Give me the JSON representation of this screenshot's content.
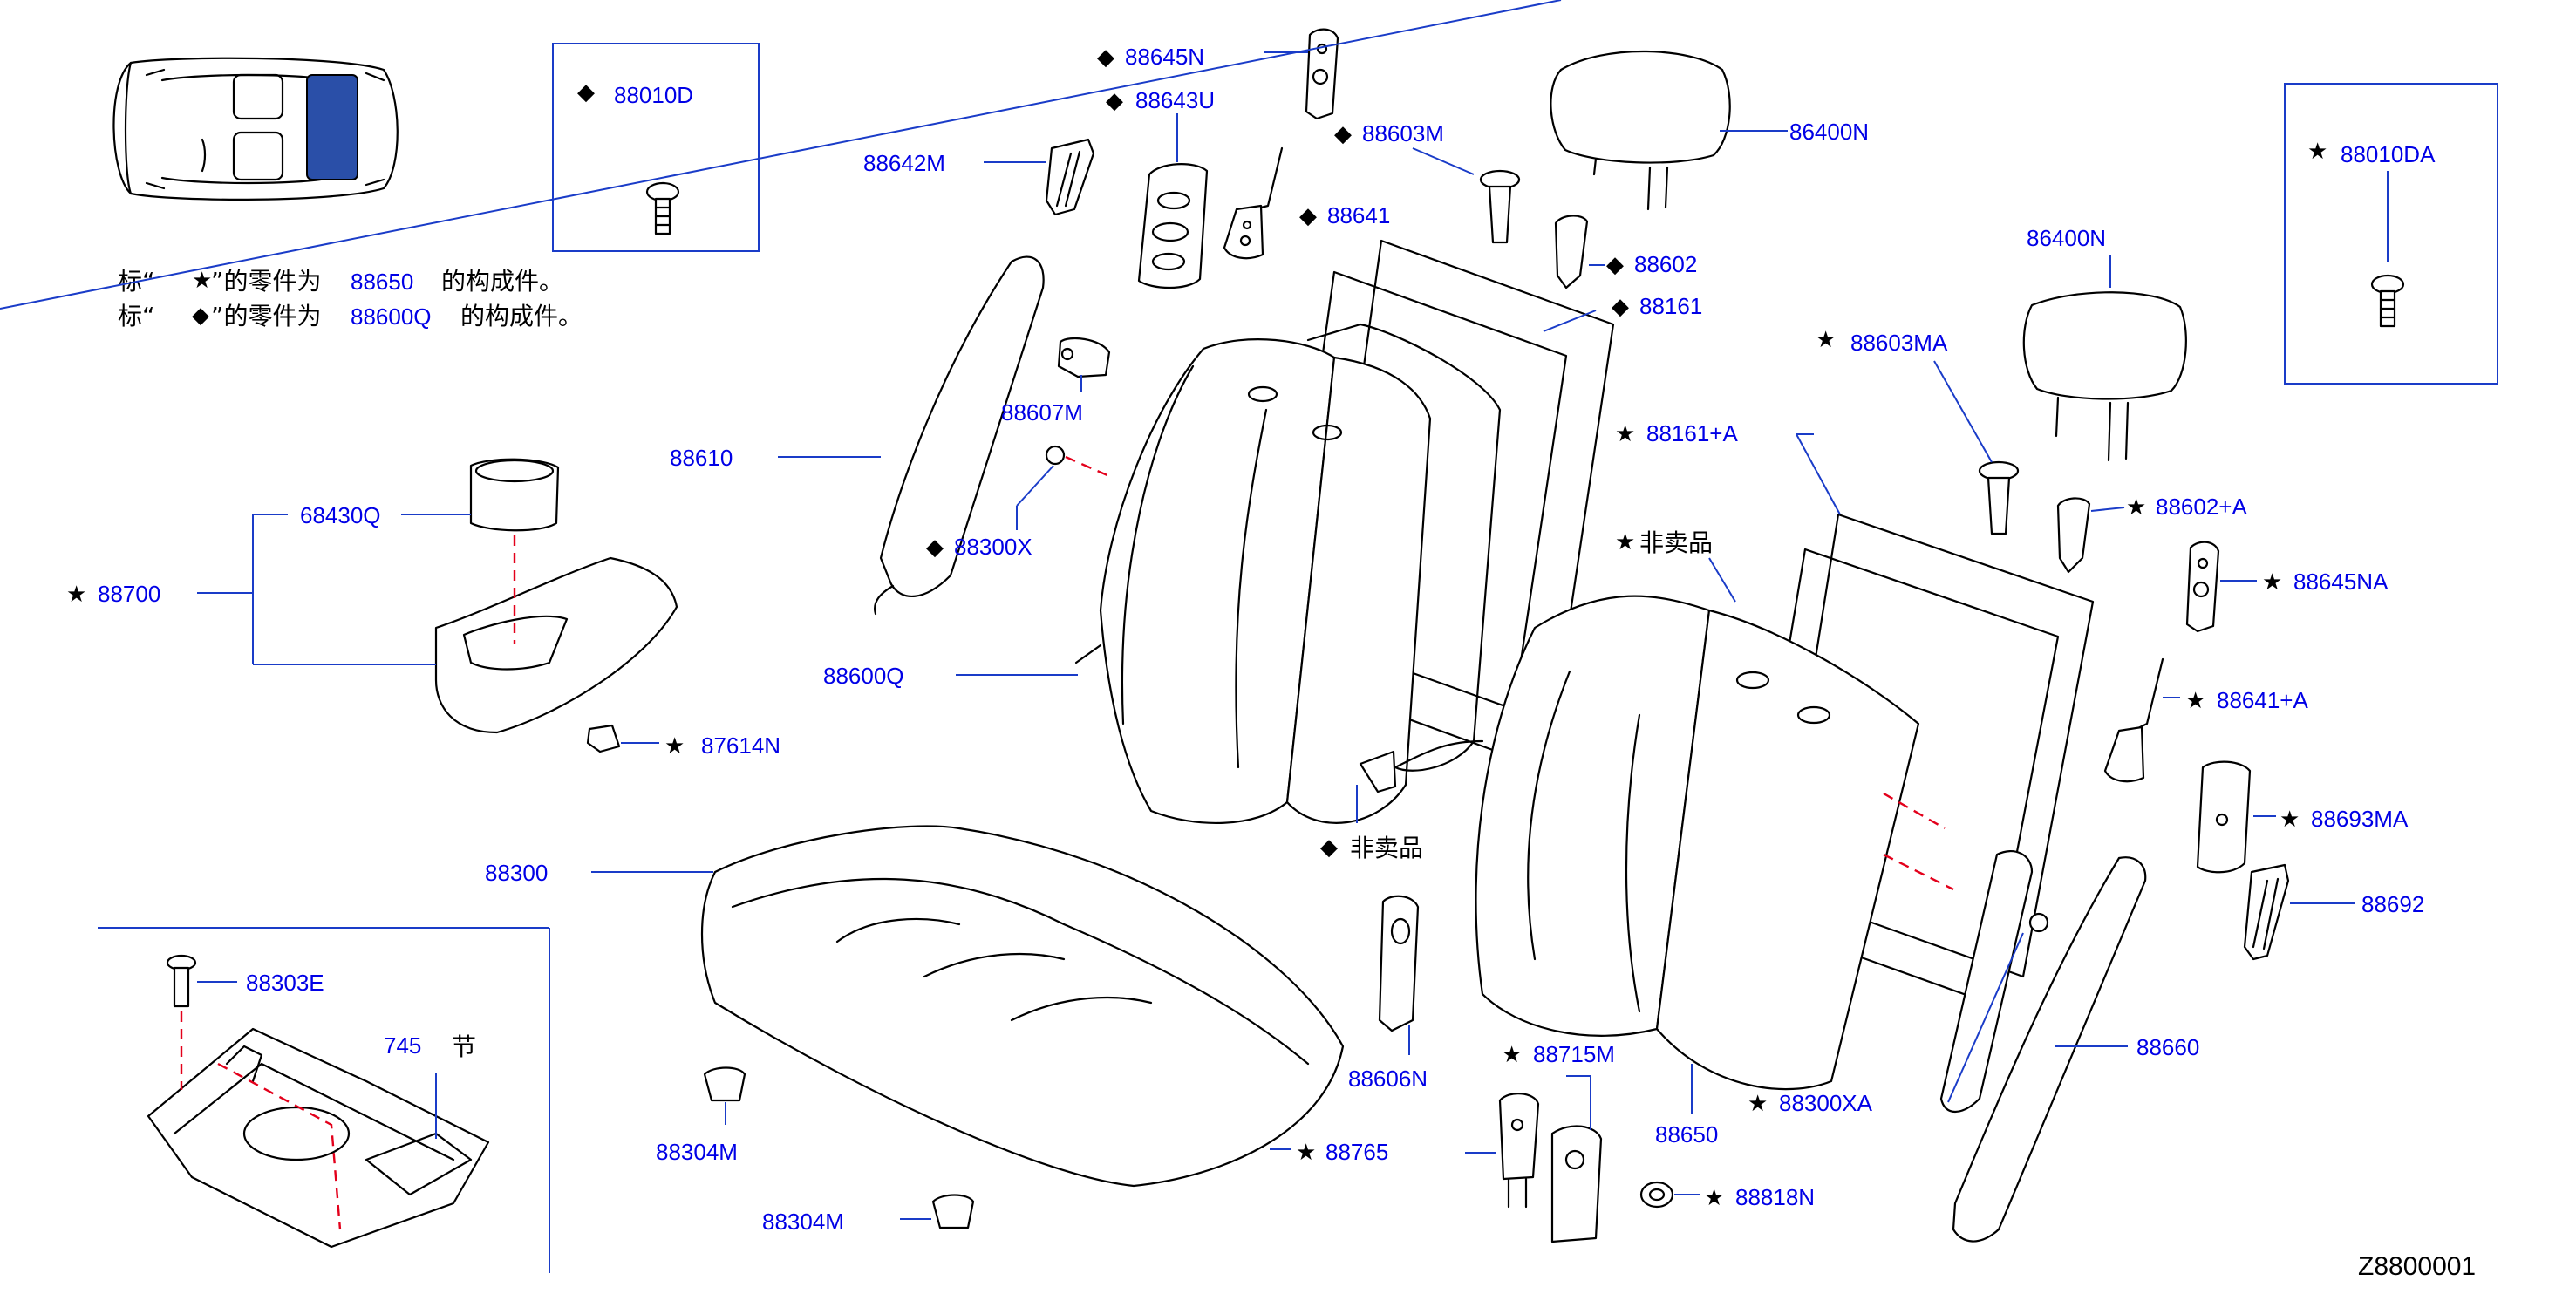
{
  "diagram_id": "Z8800001",
  "legend": {
    "line1": {
      "prefix": "标“",
      "mark": "★",
      "mid": "”的零件为",
      "part": "88650",
      "suffix": "的构成件。"
    },
    "line2": {
      "prefix": "标“",
      "mark": "◆",
      "mid": "”的零件为",
      "part": "88600Q",
      "suffix": "的构成件。"
    }
  },
  "labels": {
    "p88010D": "88010D",
    "p88010DA": "88010DA",
    "p88645N": "88645N",
    "p88643U": "88643U",
    "p88642M": "88642M",
    "p88603M": "88603M",
    "p88641": "88641",
    "p88602": "88602",
    "p88161": "88161",
    "p86400N_a": "86400N",
    "p86400N_b": "86400N",
    "p88607M": "88607M",
    "p88610": "88610",
    "p88300X": "88300X",
    "p68430Q": "68430Q",
    "p88700": "88700",
    "p88600Q": "88600Q",
    "p87614N": "87614N",
    "p88603MA": "88603MA",
    "p88161A": "88161+A",
    "p88602A": "88602+A",
    "p88645NA": "88645NA",
    "p88641A": "88641+A",
    "p88693MA": "88693MA",
    "p88692": "88692",
    "p88660": "88660",
    "p88300": "88300",
    "p88303E": "88303E",
    "p745": "745",
    "p745_suffix": "节",
    "p88606N": "88606N",
    "p88715M": "88715M",
    "p88650": "88650",
    "p88300XA": "88300XA",
    "p88818N": "88818N",
    "p88304M_a": "88304M",
    "p88304M_b": "88304M",
    "p88765": "88765",
    "notsold_a": "非卖品",
    "notsold_b": "非卖品"
  },
  "marks": {
    "star": "★",
    "diamond": "◆"
  },
  "colors": {
    "label": "#0000e6",
    "leader": "#1a3cc8",
    "dash": "#e3001b",
    "highlight": "#2a4fa8"
  }
}
